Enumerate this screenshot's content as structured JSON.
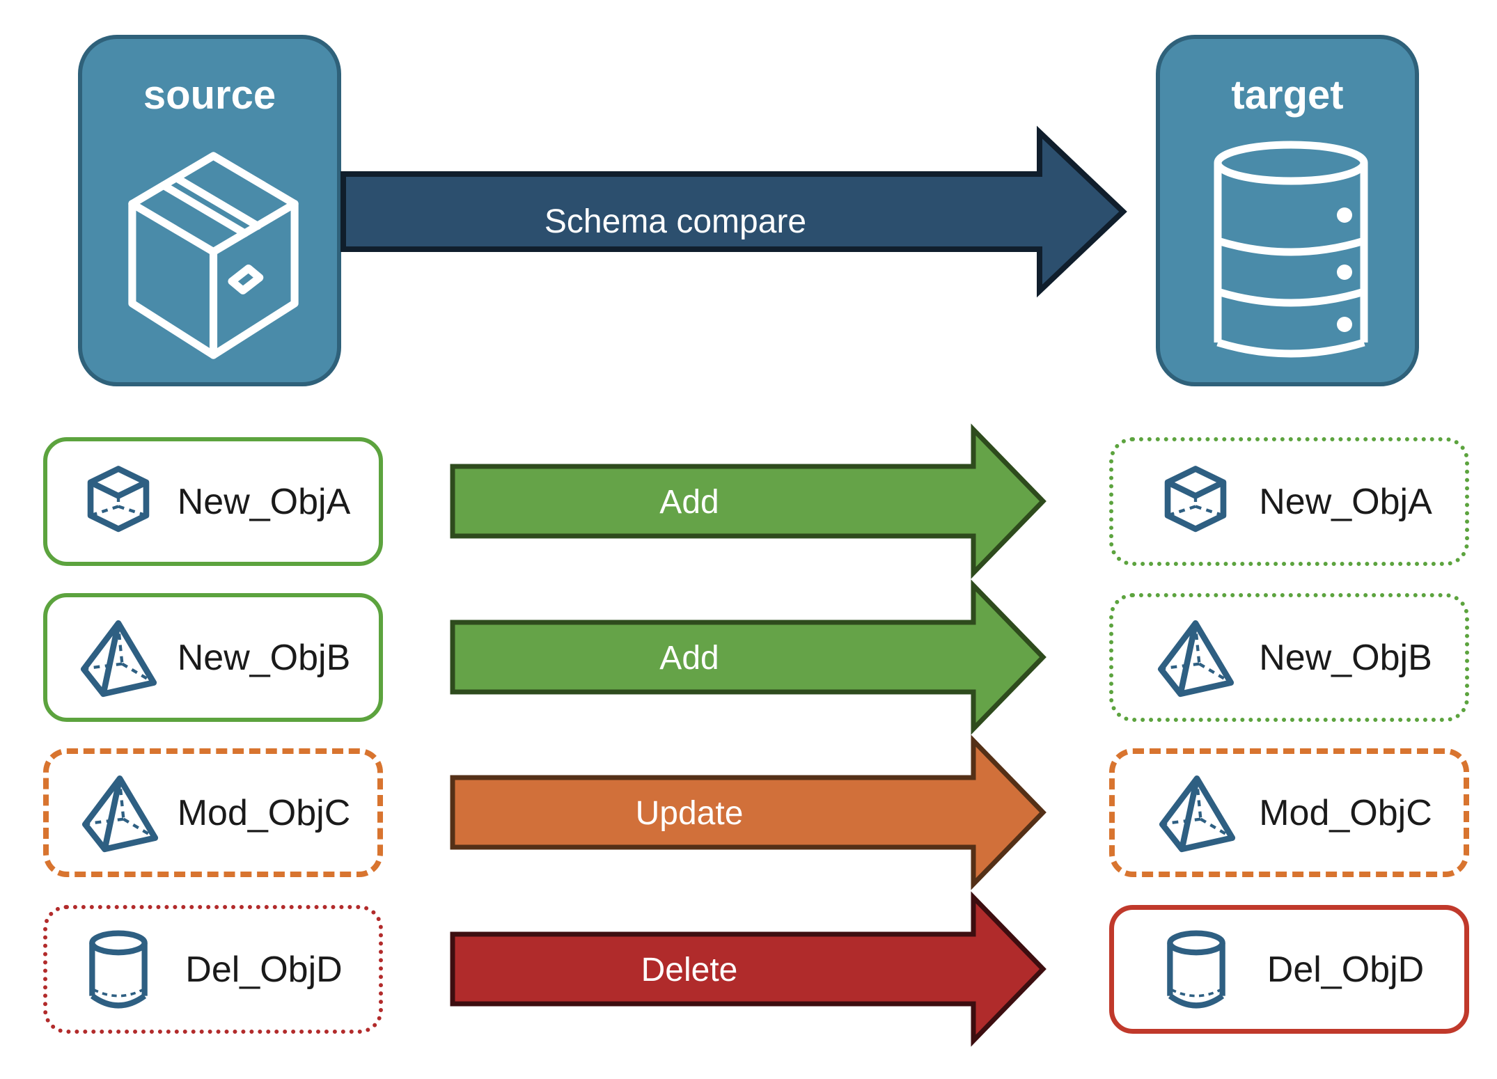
{
  "nodes": {
    "source": {
      "label": "source",
      "icon": "package"
    },
    "target": {
      "label": "target",
      "icon": "database"
    }
  },
  "compare_arrow": {
    "label": "Schema compare"
  },
  "rows": [
    {
      "source_label": "New_ObjA",
      "action": "Add",
      "target_label": "New_ObjA",
      "icon": "cube",
      "source_border": "green-solid",
      "target_border": "green-dotted"
    },
    {
      "source_label": "New_ObjB",
      "action": "Add",
      "target_label": "New_ObjB",
      "icon": "pyramid",
      "source_border": "green-solid",
      "target_border": "green-dotted"
    },
    {
      "source_label": "Mod_ObjC",
      "action": "Update",
      "target_label": "Mod_ObjC",
      "icon": "pyramid",
      "source_border": "orange-dashed",
      "target_border": "orange-dashed"
    },
    {
      "source_label": "Del_ObjD",
      "action": "Delete",
      "target_label": "Del_ObjD",
      "icon": "cylinder",
      "source_border": "red-dotted",
      "target_border": "red-solid"
    }
  ],
  "colors": {
    "node_fill": "#4A8BA9",
    "node_border": "#2F617A",
    "compare_arrow_fill": "#2C4F6E",
    "compare_arrow_border": "#101E2C",
    "add_arrow_fill": "#65A348",
    "add_arrow_border": "#2E4B1D",
    "update_arrow_fill": "#D1703A",
    "update_arrow_border": "#543017",
    "delete_arrow_fill": "#B02B2B",
    "delete_arrow_border": "#3D0E10",
    "green_box_border": "#5CA33E",
    "orange_box_border": "#D8742F",
    "red_dotted_border": "#B22B2B",
    "red_solid_border": "#C0392B",
    "object_icon_color": "#2E5F82",
    "node_icon_color": "#FFFFFF"
  }
}
